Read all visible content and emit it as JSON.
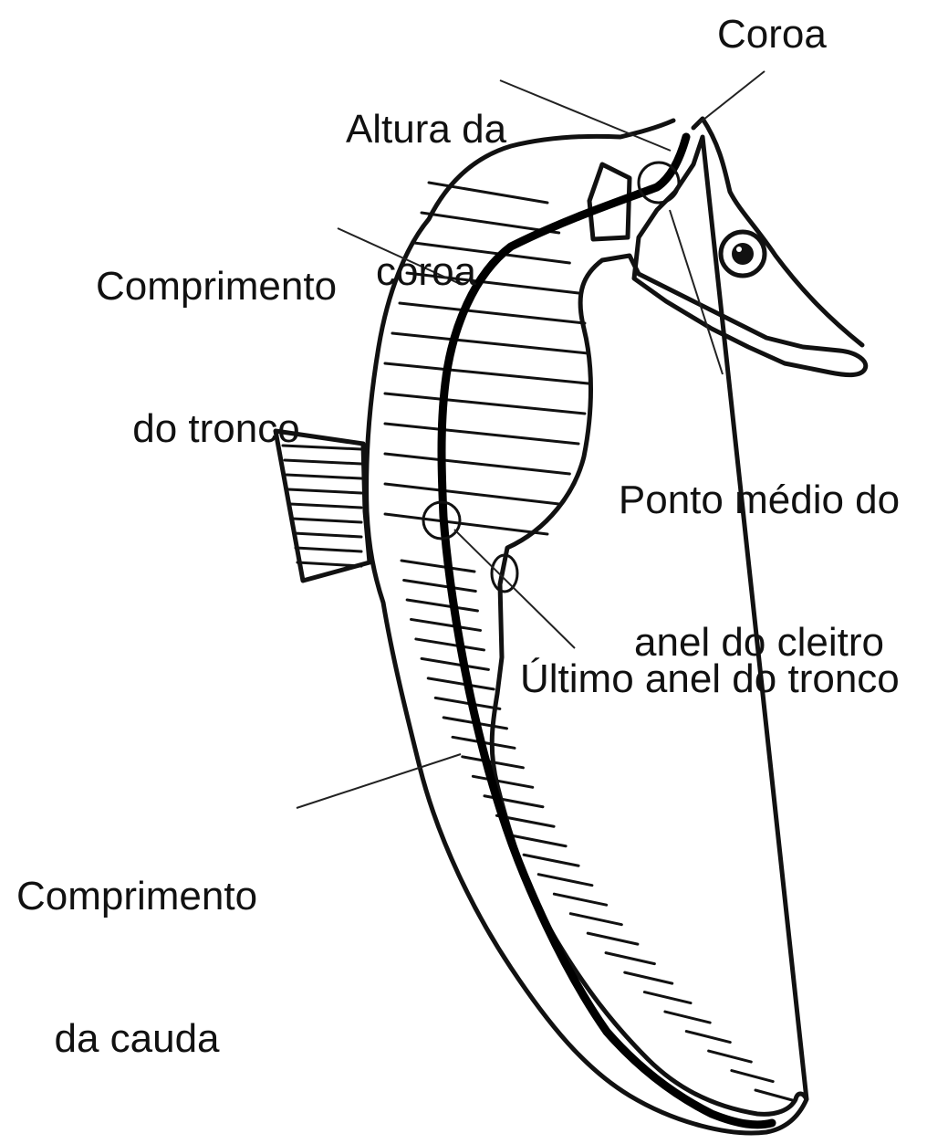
{
  "labels": {
    "crown_height_line1": "Altura da",
    "crown_height_line2": "coroa",
    "crown": "Coroa",
    "trunk_length_line1": "Comprimento",
    "trunk_length_line2": "do tronco",
    "cleithral_line1": "Ponto médio do",
    "cleithral_line2": "anel do cleitro",
    "last_trunk_ring": "Último anel do tronco",
    "tail_length_line1": "Comprimento",
    "tail_length_line2": "da cauda"
  },
  "colors": {
    "ink": "#111111",
    "background": "#ffffff"
  }
}
